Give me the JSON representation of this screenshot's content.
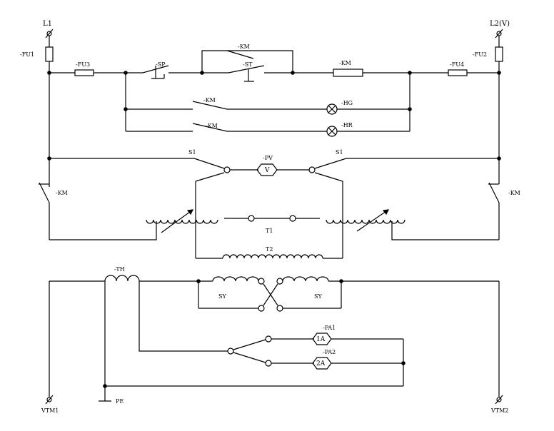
{
  "terminals": {
    "l1": "L1",
    "l2": "L2(V)",
    "vtm1": "VTM1",
    "vtm2": "VTM2",
    "pe": "PE"
  },
  "fuses": {
    "fu1": "-FU1",
    "fu2": "-FU2",
    "fu3": "-FU3",
    "fu4": "-FU4"
  },
  "control": {
    "sp": "-SP",
    "st": "-ST",
    "km_hold": "-KM",
    "km_coil": "-KM",
    "km_hg": "-KM",
    "km_hr": "-KM",
    "hg": "-HG",
    "hr": "-HR"
  },
  "meters": {
    "pv": "-PV",
    "pv_symbol": "V",
    "s1_left": "S1",
    "s1_right": "S1",
    "pa1": "-PA1",
    "pa1_symbol": "1A",
    "pa2": "-PA2",
    "pa2_symbol": "2A"
  },
  "contactors": {
    "km_left": "-KM",
    "km_right": "-KM"
  },
  "transformers": {
    "t1": "T1",
    "t2": "T2",
    "th": "-TH",
    "sy_left": "SY",
    "sy_right": "SY"
  }
}
